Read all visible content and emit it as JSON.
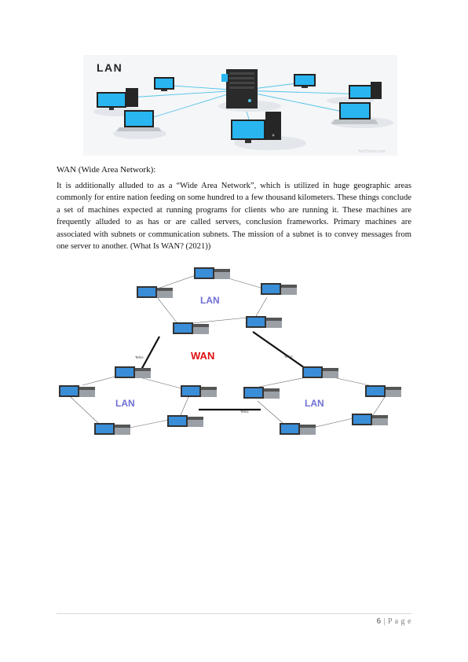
{
  "figure1": {
    "label": "LAN",
    "watermark": "TechTerms.com"
  },
  "section_heading": "WAN (Wide Area Network):",
  "paragraph": "It is additionally alluded to as a “Wide Area Network”, which is utilized in huge geographic areas commonly for entire nation feeding on some hundred to a few thousand kilometers. These things conclude a set of machines expected at running programs for clients who are running it. These machines are frequently alluded to as has or are called servers, conclusion frameworks. Primary machines are associated with subnets or communication subnets. The mission of a subnet is to convey messages from one server to another. (What Is WAN? (2021))",
  "figure2": {
    "lan_top": "LAN",
    "wan": "WAN",
    "lan_left": "LAN",
    "lan_right": "LAN",
    "link_left": "Telco",
    "link_right": "Telco",
    "link_bottom": "Telco",
    "colors": {
      "lan": "#6f6fd6",
      "wan": "#e01010",
      "screen": "#2aa7ea"
    }
  },
  "footer": {
    "page_number": "6",
    "separator": "|",
    "page_word": "P a g e"
  }
}
